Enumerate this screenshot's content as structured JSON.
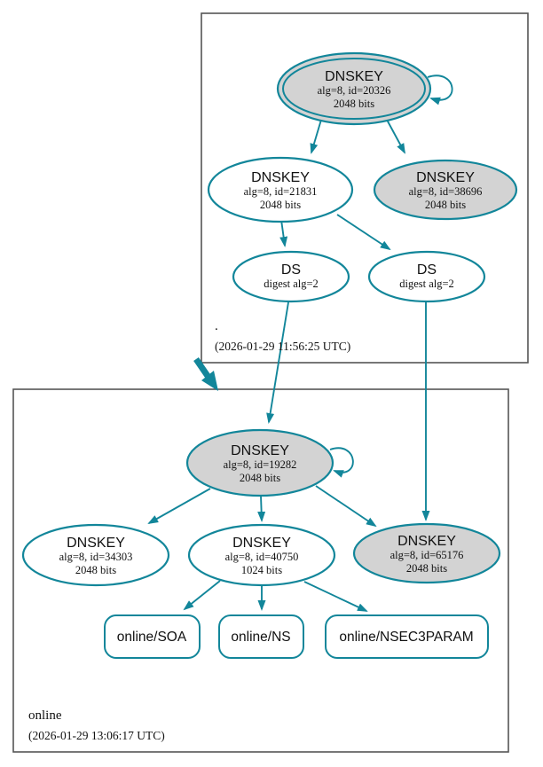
{
  "diagram_type": "dnssec-authentication-chain",
  "colors": {
    "edge_teal": "#12869a",
    "ksk_fill_gray": "#d3d3d3",
    "node_fill_white": "#ffffff",
    "box_border_gray": "#555555",
    "text_black": "#111111"
  },
  "zones": {
    "root": {
      "label": ".",
      "timestamp": "(2026-01-29 11:56:25 UTC)",
      "nodes": {
        "ksk_sep": {
          "title": "DNSKEY",
          "detail1": "alg=8, id=20326",
          "detail2": "2048 bits"
        },
        "zsk": {
          "title": "DNSKEY",
          "detail1": "alg=8, id=21831",
          "detail2": "2048 bits"
        },
        "ksk2": {
          "title": "DNSKEY",
          "detail1": "alg=8, id=38696",
          "detail2": "2048 bits"
        },
        "ds1": {
          "title": "DS",
          "detail1": "digest alg=2"
        },
        "ds2": {
          "title": "DS",
          "detail1": "digest alg=2"
        }
      }
    },
    "online": {
      "label": "online",
      "timestamp": "(2026-01-29 13:06:17 UTC)",
      "nodes": {
        "ksk": {
          "title": "DNSKEY",
          "detail1": "alg=8, id=19282",
          "detail2": "2048 bits"
        },
        "zsk1": {
          "title": "DNSKEY",
          "detail1": "alg=8, id=34303",
          "detail2": "2048 bits"
        },
        "zsk2": {
          "title": "DNSKEY",
          "detail1": "alg=8, id=40750",
          "detail2": "1024 bits"
        },
        "ksk2": {
          "title": "DNSKEY",
          "detail1": "alg=8, id=65176",
          "detail2": "2048 bits"
        },
        "rrset_soa": {
          "label": "online/SOA"
        },
        "rrset_ns": {
          "label": "online/NS"
        },
        "rrset_nsec3param": {
          "label": "online/NSEC3PARAM"
        }
      }
    }
  }
}
